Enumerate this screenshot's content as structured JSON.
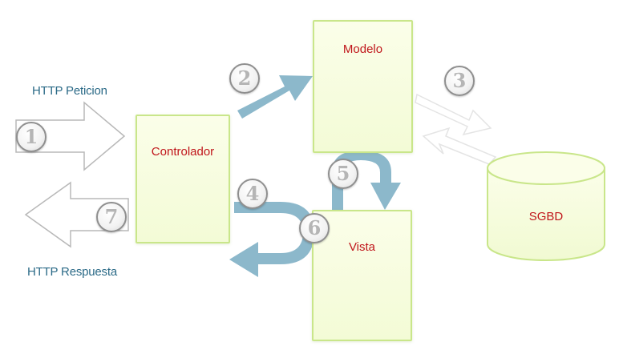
{
  "labels": {
    "request": "HTTP Peticion",
    "response": "HTTP Respuesta"
  },
  "components": {
    "controller": "Controlador",
    "model": "Modelo",
    "view": "Vista",
    "database": "SGBD"
  },
  "steps": [
    "1",
    "2",
    "3",
    "4",
    "5",
    "6",
    "7"
  ],
  "colors": {
    "box_border": "#c9e68a",
    "box_fill": "#f5fcdd",
    "title_red": "#c0161b",
    "label_blue": "#2b6a87",
    "arrow_blue": "#8cb8cb",
    "arrow_outline": "#b0b0b0"
  }
}
